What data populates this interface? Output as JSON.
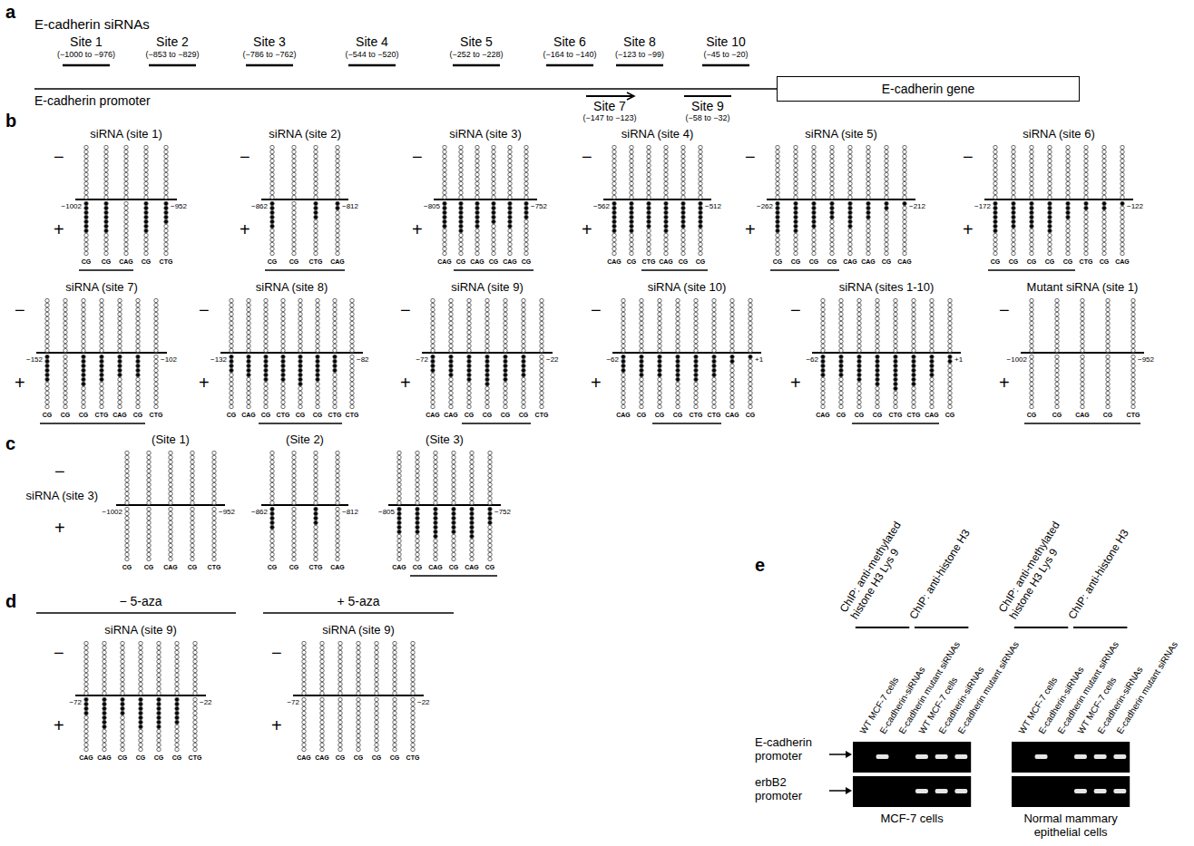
{
  "diagram": {
    "nodes": [
      {
        "text": [
          "E-cadherin gene"
        ]
      }
    ],
    "labels": [
      "a",
      "E-cadherin siRNAs",
      "Site 1",
      "(−1000 to −976)",
      "Site 2",
      "(−853 to −829)",
      "Site 3",
      "(−786 to −762)",
      "Site 4",
      "(−544 to −520)",
      "Site 5",
      "(−252 to −228)",
      "Site 6",
      "(−164 to −140)",
      "Site 8",
      "(−123 to −99)",
      "Site 10",
      "(−45 to −20)",
      "E-cadherin promoter",
      "Site 7",
      "(−147 to −123)",
      "Site 9",
      "(−58 to −32)",
      "b",
      "siRNA (site 1)",
      "−",
      "+",
      "−1002",
      "−952",
      "CG",
      "CG",
      "CAG",
      "CG",
      "CTG",
      "siRNA (site 2)",
      "−",
      "+",
      "−862",
      "−812",
      "CG",
      "CG",
      "CTG",
      "CAG",
      "siRNA (site 3)",
      "−",
      "+",
      "−805",
      "−752",
      "CAG",
      "CG",
      "CAG",
      "CG",
      "CAG",
      "CG",
      "siRNA (site 4)",
      "−",
      "+",
      "−562",
      "−512",
      "CAG",
      "CG",
      "CTG",
      "CAG",
      "CG",
      "CG",
      "siRNA (site 5)",
      "−",
      "+",
      "−262",
      "−212",
      "CG",
      "CG",
      "CG",
      "CG",
      "CAG",
      "CAG",
      "CG",
      "CAG",
      "siRNA (site 6)",
      "−",
      "+",
      "−172",
      "−122",
      "CG",
      "CG",
      "CG",
      "CG",
      "CG",
      "CTG",
      "CG",
      "CAG",
      "siRNA (site 7)",
      "−",
      "+",
      "−152",
      "−102",
      "CG",
      "CG",
      "CG",
      "CTG",
      "CAG",
      "CG",
      "CTG",
      "siRNA (site 8)",
      "−",
      "+",
      "−132",
      "−82",
      "CG",
      "CAG",
      "CG",
      "CTG",
      "CG",
      "CG",
      "CTG",
      "CTG",
      "siRNA (site 9)",
      "−",
      "+",
      "−72",
      "−22",
      "CAG",
      "CAG",
      "CG",
      "CG",
      "CG",
      "CG",
      "CTG",
      "siRNA (site 10)",
      "−",
      "+",
      "−62",
      "+1",
      "CAG",
      "CG",
      "CG",
      "CG",
      "CTG",
      "CTG",
      "CAG",
      "CG",
      "siRNA (sites 1-10)",
      "−",
      "+",
      "−62",
      "+1",
      "CAG",
      "CG",
      "CG",
      "CG",
      "CTG",
      "CTG",
      "CAG",
      "CG",
      "Mutant siRNA (site 1)",
      "−",
      "+",
      "−1002",
      "−952",
      "CG",
      "CG",
      "CAG",
      "CG",
      "CTG",
      "c",
      "siRNA (site 3)",
      "−",
      "+",
      "(Site 1)",
      "−1002",
      "−952",
      "CG",
      "CG",
      "CAG",
      "CG",
      "CTG",
      "(Site 2)",
      "−862",
      "−812",
      "CG",
      "CG",
      "CTG",
      "CAG",
      "(Site 3)",
      "−805",
      "−752",
      "CAG",
      "CG",
      "CAG",
      "CG",
      "CAG",
      "CG",
      "d",
      "− 5-aza",
      "+ 5-aza",
      "siRNA (site 9)",
      "−",
      "+",
      "−72",
      "−22",
      "CAG",
      "CAG",
      "CG",
      "CG",
      "CG",
      "CG",
      "CTG",
      "siRNA (site 9)",
      "−",
      "+",
      "−72",
      "−22",
      "CAG",
      "CAG",
      "CG",
      "CG",
      "CG",
      "CG",
      "CTG",
      "e",
      "ChIP: anti-methylated histone H3 Lys 9",
      "ChIP: anti-histone H3",
      "WT MCF-7 cells",
      "E-cadherin-siRNAs",
      "E-cadherin mutant siRNAs",
      "WT MCF-7 cells",
      "E-cadherin-siRNAs",
      "E-cadherin mutant siRNAs",
      "ChIP: anti-methylated histone H3 Lys 9",
      "ChIP: anti-histone H3",
      "WT MCF-7 cells",
      "E-cadherin-siRNAs",
      "E-cadherin mutant siRNAs",
      "WT MCF-7 cells",
      "E-cadherin-siRNAs",
      "E-cadherin mutant siRNAs",
      "E-cadherin promoter",
      "erbB2 promoter",
      "MCF-7 cells",
      "Normal mammary epithelial cells"
    ]
  }
}
